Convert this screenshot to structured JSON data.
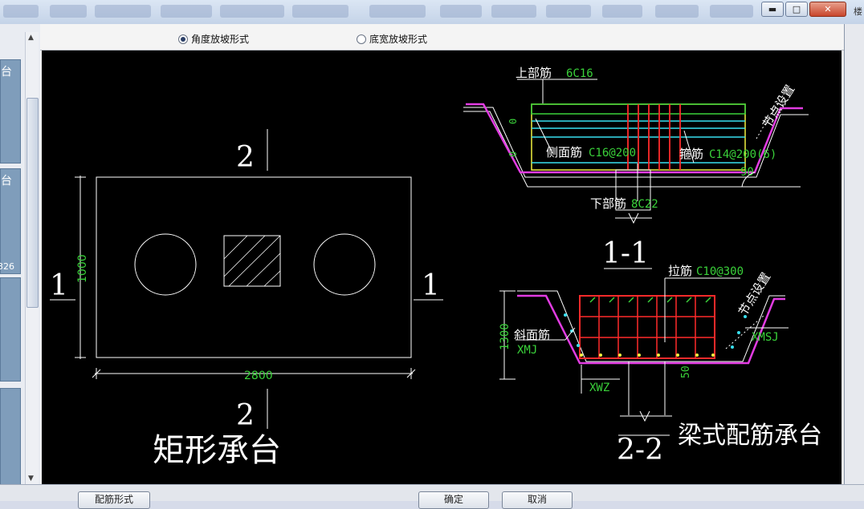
{
  "window": {
    "title_right_fragment": "楼",
    "buttons": {
      "minimize": "▬",
      "maximize": "□",
      "close": "✕"
    }
  },
  "sidebar": {
    "thumbs": [
      {
        "label": "台",
        "num": ""
      },
      {
        "label": "台",
        "num": "326"
      },
      {
        "label": "",
        "num": ""
      },
      {
        "label": "",
        "num": ""
      }
    ]
  },
  "options": {
    "angle_slope": "角度放坡形式",
    "width_slope": "底宽放坡形式",
    "selected": "angle_slope"
  },
  "drawing": {
    "plan": {
      "title": "矩形承台",
      "section_top": "2",
      "section_bottom": "2",
      "section_left": "1",
      "section_right": "1",
      "dim_width": "2800",
      "dim_height": "1000"
    },
    "section_1_1": {
      "label": "1-1",
      "top_rebar": "上部筋",
      "top_rebar_value": "6C16",
      "side_rebar": "侧面筋",
      "side_rebar_value": "C16@200",
      "stirrup": "箍筋",
      "stirrup_value": "C14@200(6)",
      "bottom_rebar": "下部筋",
      "bottom_rebar_value": "8C22",
      "node_setting": "节点设置",
      "angle": "90",
      "dim_a": "0",
      "dim_b": "0"
    },
    "section_2_2": {
      "label": "2-2",
      "title": "梁式配筋承台",
      "tie_bar": "拉筋",
      "tie_bar_value": "C10@300",
      "node_setting": "节点设置",
      "slope_bar": "斜面筋",
      "xmj": "XMJ",
      "xmsj": "XMSJ",
      "xwz": "XWZ",
      "dim_height": "1300",
      "dim_small": "50"
    },
    "colors": {
      "green": "#3ad23a",
      "red": "#ff2a2a",
      "magenta": "#e23ce2",
      "cyan": "#38e0f0",
      "yellow": "#f0f040",
      "white": "#ffffff"
    }
  },
  "footer": {
    "config_button": "配筋形式",
    "ok_button": "确定",
    "cancel_button": "取消"
  }
}
